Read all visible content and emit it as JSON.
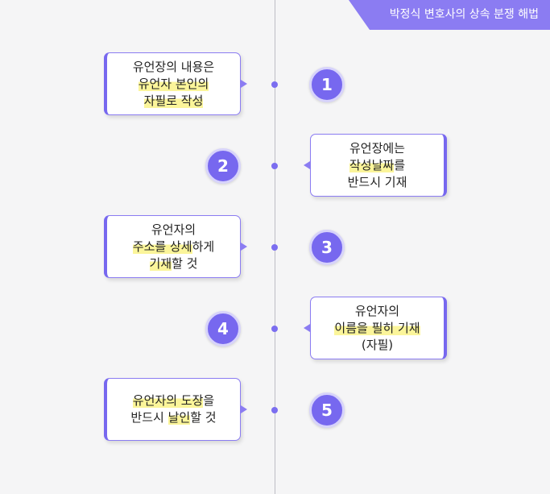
{
  "banner": {
    "title": "박정식 변호사의 상속 분쟁 해법"
  },
  "steps": [
    {
      "number": "1",
      "lines": [
        [
          {
            "t": "유언장의 내용은"
          }
        ],
        [
          {
            "t": "유언자 본인의",
            "hl": true
          }
        ],
        [
          {
            "t": "자필로 작성",
            "hl": true
          }
        ]
      ]
    },
    {
      "number": "2",
      "lines": [
        [
          {
            "t": "유언장에는"
          }
        ],
        [
          {
            "t": "작성날짜",
            "hl": true
          },
          {
            "t": "를"
          }
        ],
        [
          {
            "t": "반드시 기재"
          }
        ]
      ]
    },
    {
      "number": "3",
      "lines": [
        [
          {
            "t": "유언자의"
          }
        ],
        [
          {
            "t": "주소를 상세",
            "hl": true
          },
          {
            "t": "하게"
          }
        ],
        [
          {
            "t": "기재",
            "hl": true
          },
          {
            "t": "할 것"
          }
        ]
      ]
    },
    {
      "number": "4",
      "lines": [
        [
          {
            "t": "유언자의"
          }
        ],
        [
          {
            "t": "이름을 필히 기재",
            "hl": true
          }
        ],
        [
          {
            "t": "(자필)"
          }
        ]
      ]
    },
    {
      "number": "5",
      "lines": [
        [
          {
            "t": "유언자의 도장",
            "hl": true
          },
          {
            "t": "을"
          }
        ],
        [
          {
            "t": "반드시 "
          },
          {
            "t": "날인",
            "hl": true
          },
          {
            "t": "할 것"
          }
        ]
      ]
    }
  ]
}
